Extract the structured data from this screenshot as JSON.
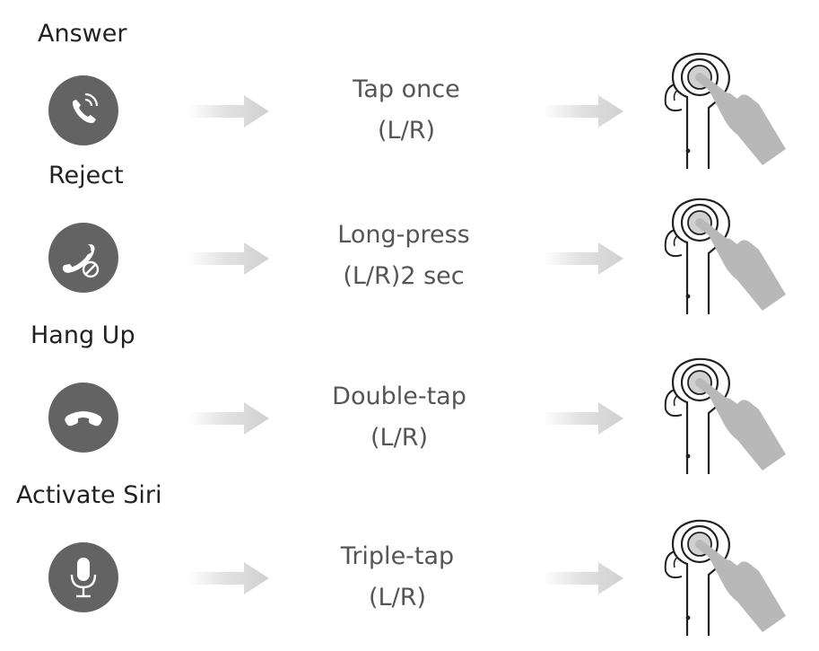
{
  "rows": [
    {
      "title": "Answer",
      "icon": "phone-call-icon",
      "action": "Tap once",
      "detail": "(L/R)"
    },
    {
      "title": "Reject",
      "icon": "phone-reject-icon",
      "action": "Long-press",
      "detail": "(L/R)2 sec"
    },
    {
      "title": "Hang Up",
      "icon": "hang-up-icon",
      "action": "Double-tap",
      "detail": "(L/R)"
    },
    {
      "title": "Activate Siri",
      "icon": "microphone-icon",
      "action": "Triple-tap",
      "detail": "(L/R)"
    }
  ],
  "colors": {
    "icon_bg": "#636363",
    "arrow": "#d9d9d9",
    "hand": "#b8b8b8"
  }
}
